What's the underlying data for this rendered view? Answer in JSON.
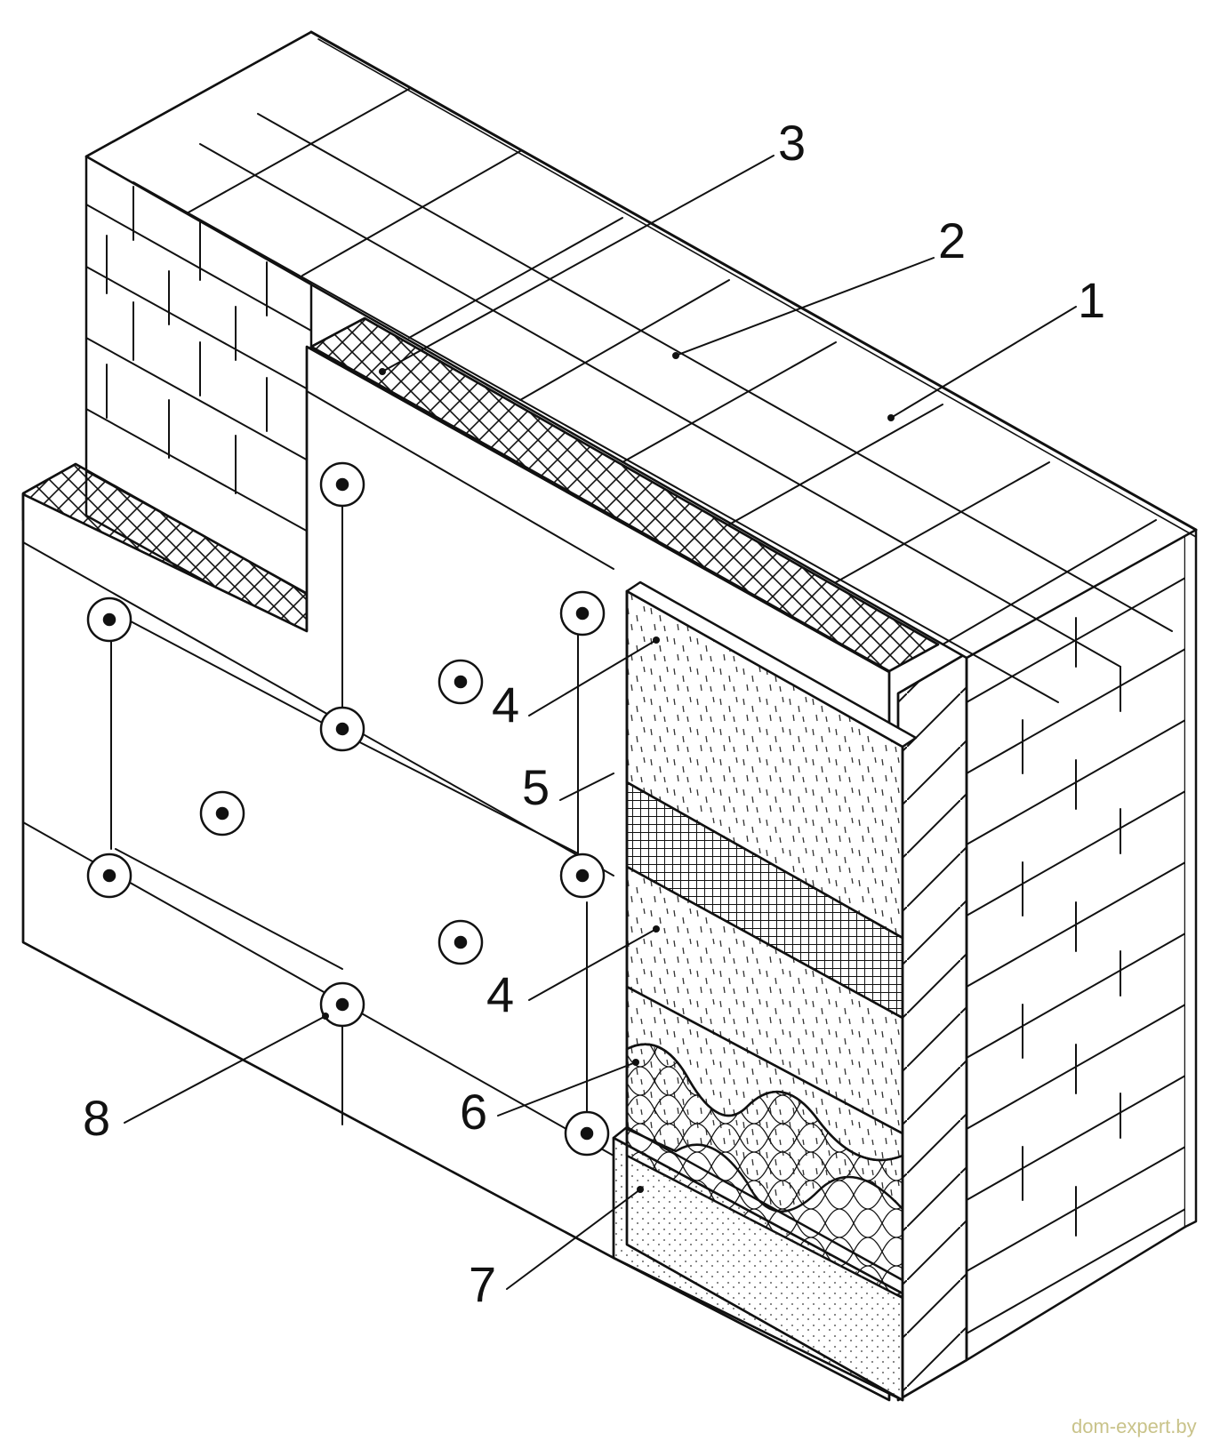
{
  "diagram": {
    "colors": {
      "ink": "#111111",
      "paper": "#ffffff",
      "watermark": "#c9c38a"
    },
    "callouts": [
      {
        "id": "c1",
        "number": "1"
      },
      {
        "id": "c2",
        "number": "2"
      },
      {
        "id": "c3",
        "number": "3"
      },
      {
        "id": "c4a",
        "number": "4"
      },
      {
        "id": "c5",
        "number": "5"
      },
      {
        "id": "c4b",
        "number": "4"
      },
      {
        "id": "c6",
        "number": "6"
      },
      {
        "id": "c7",
        "number": "7"
      },
      {
        "id": "c8",
        "number": "8"
      }
    ],
    "watermark": "dom-expert.by"
  }
}
